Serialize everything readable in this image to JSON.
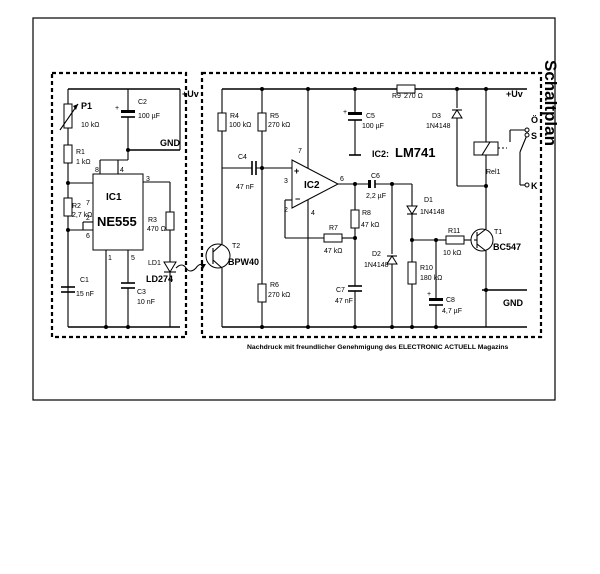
{
  "side_title": "Schaltplan",
  "credit": "Nachdruck mit freundlicher Genehmigung des ELECTRONIC ACTUELL Magazins",
  "rails": {
    "uv_left": "+Uv",
    "gnd_left": "GND",
    "uv_right": "+Uv",
    "gnd_right": "GND"
  },
  "ic1": {
    "ref": "IC1",
    "type": "NE555"
  },
  "ic2": {
    "ref": "IC2",
    "title_ref": "IC2:",
    "type": "LM741",
    "pin_plus": "+",
    "pin_minus": "−"
  },
  "pins": {
    "ic1": [
      "8",
      "4",
      "7",
      "2",
      "6",
      "1",
      "5",
      "3"
    ],
    "ic2": [
      "7",
      "3",
      "2",
      "6",
      "4"
    ]
  },
  "components": {
    "p1": [
      "P1",
      "10 kΩ"
    ],
    "c2": [
      "C2",
      "100 µF"
    ],
    "r1": [
      "R1",
      "1 kΩ"
    ],
    "r2": [
      "R2",
      "2,7 kΩ"
    ],
    "c1": [
      "C1",
      "15 nF"
    ],
    "c3": [
      "C3",
      "10 nF"
    ],
    "r3": [
      "R3",
      "470 Ω"
    ],
    "ld1": [
      "LD1",
      "LD274"
    ],
    "t2": [
      "T2",
      "BPW40"
    ],
    "r4": [
      "R4",
      "100 kΩ"
    ],
    "r5": [
      "R5",
      "270 kΩ"
    ],
    "r6": [
      "R6",
      "270 kΩ"
    ],
    "c4": [
      "C4",
      "47 nF"
    ],
    "r7": [
      "R7",
      "47 kΩ"
    ],
    "r9": [
      "R9",
      "270 Ω"
    ],
    "c5": [
      "C5",
      "100 µF"
    ],
    "c6": [
      "C6",
      "2,2 µF"
    ],
    "r8": [
      "R8",
      "47 kΩ"
    ],
    "c7": [
      "C7",
      "47 nF"
    ],
    "d1": [
      "D1",
      "1N4148"
    ],
    "d2": [
      "D2",
      "1N4148"
    ],
    "d3": [
      "D3",
      "1N4148"
    ],
    "r10": [
      "R10",
      "180 kΩ"
    ],
    "c8": [
      "C8",
      "4,7 µF"
    ],
    "r11": [
      "R11",
      "10 kΩ"
    ],
    "t1": [
      "T1",
      "BC547"
    ],
    "rel1": [
      "Rel1"
    ]
  },
  "contacts": [
    "Ö",
    "S",
    "K"
  ],
  "polarity_mark": "+"
}
